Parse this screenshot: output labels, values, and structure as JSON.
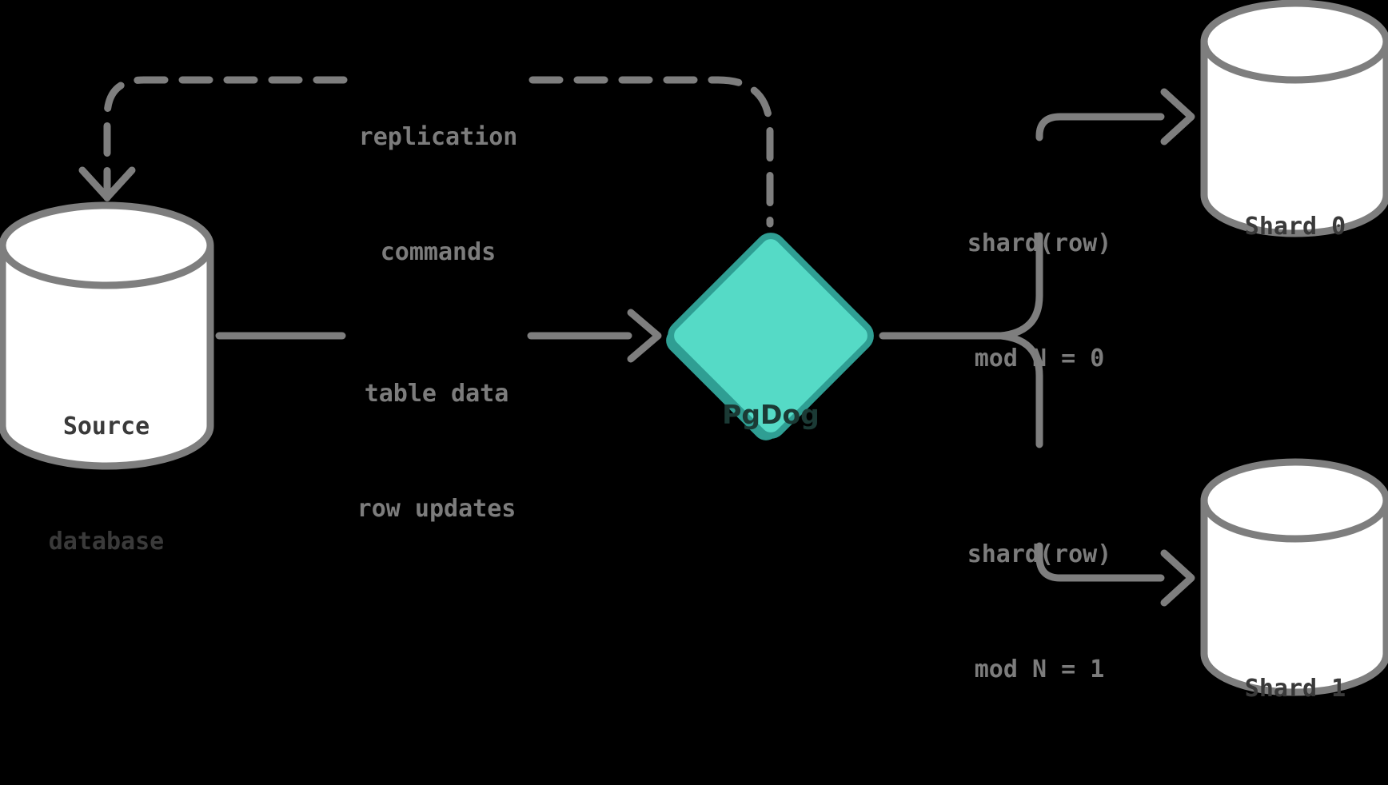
{
  "colors": {
    "background": "#000000",
    "line": "#7e7e7e",
    "edge_label": "#7c7c7c",
    "node_label": "#3a3a3a",
    "node_fill": "#ffffff",
    "pgdog_fill": "#55dac6",
    "pgdog_border": "#2f9e93",
    "pgdog_text": "#1b3a35"
  },
  "nodes": {
    "source": {
      "line1": "Source",
      "line2": "database",
      "shape": "database-cylinder"
    },
    "pgdog": {
      "label": "PgDog",
      "shape": "diamond"
    },
    "shard0": {
      "label": "Shard 0",
      "shape": "database-cylinder"
    },
    "shard1": {
      "label": "Shard 1",
      "shape": "database-cylinder"
    }
  },
  "edges": {
    "replication": {
      "line1": "replication",
      "line2": "commands",
      "style": "dashed",
      "from": "PgDog",
      "to": "Source database"
    },
    "table_data": {
      "line1": "table data",
      "line2": "row updates",
      "style": "solid",
      "from": "Source database",
      "to": "PgDog"
    },
    "shard0_route": {
      "line1": "shard(row)",
      "line2": "mod N = 0",
      "style": "solid",
      "from": "PgDog",
      "to": "Shard 0"
    },
    "shard1_route": {
      "line1": "shard(row)",
      "line2": "mod N = 1",
      "style": "solid",
      "from": "PgDog",
      "to": "Shard 1"
    }
  }
}
